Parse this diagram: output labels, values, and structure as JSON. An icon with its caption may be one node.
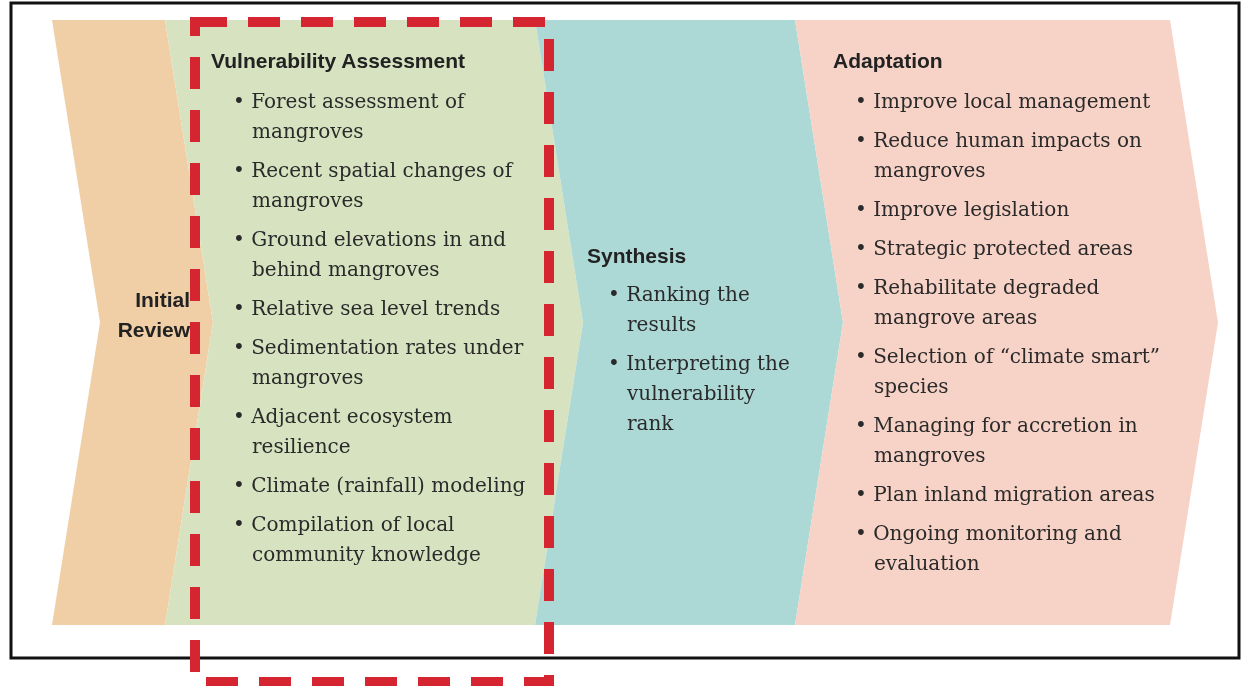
{
  "diagram": {
    "nodes": [
      {
        "text": [
          "Initial Review"
        ]
      },
      {
        "text": [
          "Vulnerability Assessment",
          "• Forest assessment of mangroves",
          "• Recent spatial changes of mangroves",
          "• Ground elevations in and behind mangroves",
          "• Relative sea level trends",
          "• Sedimentation rates under mangroves",
          "• Adjacent ecosystem resilience",
          "• Climate (rainfall) modeling",
          "• Compilation of local community knowledge"
        ]
      },
      {
        "text": [
          "Synthesis",
          "• Ranking the results",
          "• Interpreting the vulnerability rank"
        ]
      },
      {
        "text": [
          "Adaptation",
          "• Improve local management",
          "• Reduce human impacts on mangroves",
          "• Improve legislation",
          "• Strategic protected areas",
          "• Rehabilitate degraded mangrove areas",
          "• Selection of “climate smart” species",
          "• Managing for accretion in mangroves",
          "• Plan inland migration areas",
          "• Ongoing monitoring and evaluation"
        ]
      }
    ]
  }
}
